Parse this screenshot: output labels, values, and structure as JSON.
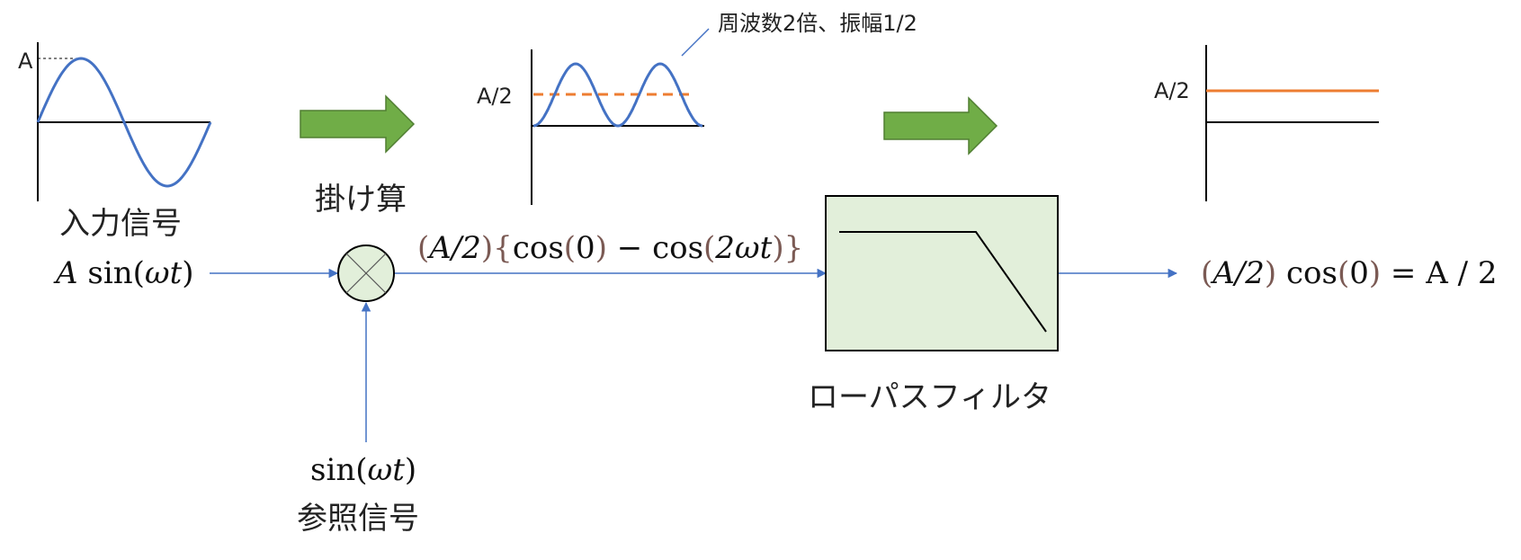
{
  "colors": {
    "wave": "#4472c4",
    "dc_level": "#ed7d31",
    "arrow_fill": "#70ad47",
    "arrow_stroke": "#507e32",
    "filter_fill": "#e2efda",
    "signal_line": "#4472c4",
    "axis": "#000000",
    "paren": "#7b5a54"
  },
  "input": {
    "amp_label": "A",
    "caption": "入力信号",
    "formula": {
      "a": "A",
      "func": "sin",
      "arg": "ωt"
    }
  },
  "multiply": {
    "caption": "掛け算",
    "mult_label": "A/2",
    "annotation": "周波数2倍、振幅1/2"
  },
  "product_formula": {
    "p1": "(",
    "a2": "A/2",
    "p2": ")",
    "b1": "{",
    "cos": "cos",
    "zp1": "(",
    "zero": "0",
    "zp2": ")",
    "minus": " − ",
    "cos2": "cos",
    "tp1": "(",
    "two_wt": "2ωt",
    "tp2": ")",
    "b2": "}"
  },
  "reference": {
    "formula": {
      "func": "sin",
      "arg": "ωt"
    },
    "caption": "参照信号"
  },
  "filter": {
    "caption": "ローパスフィルタ"
  },
  "output": {
    "level_label": "A/2",
    "formula": {
      "p1": "(",
      "a2": "A/2",
      "p2": ")",
      "cos": " cos",
      "zp1": "(",
      "zero": "0",
      "zp2": ")",
      "rest": " = A / 2"
    }
  }
}
